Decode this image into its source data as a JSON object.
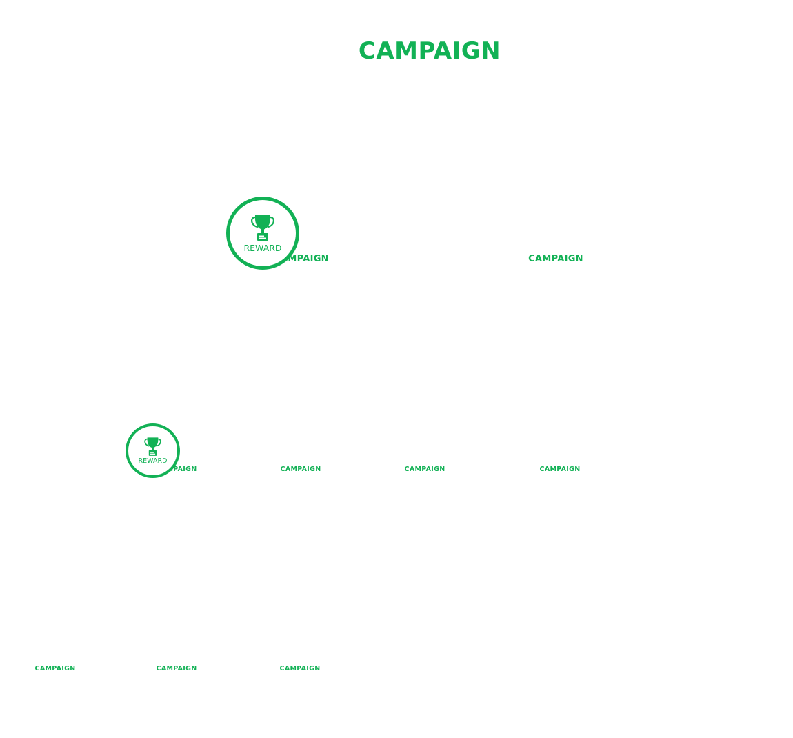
{
  "accent_color": "#12b155",
  "title": "CAMPAIGN",
  "level2": [
    "CAMPAIGN",
    "CAMPAIGN"
  ],
  "level3": [
    "CAMPAIGN",
    "CAMPAIGN",
    "CAMPAIGN",
    "CAMPAIGN"
  ],
  "level4": [
    "CAMPAIGN",
    "CAMPAIGN",
    "CAMPAIGN"
  ],
  "badges": {
    "large": {
      "label": "REWARD",
      "icon": "trophy-icon"
    },
    "small": {
      "label": "REWARD",
      "icon": "trophy-icon"
    }
  }
}
